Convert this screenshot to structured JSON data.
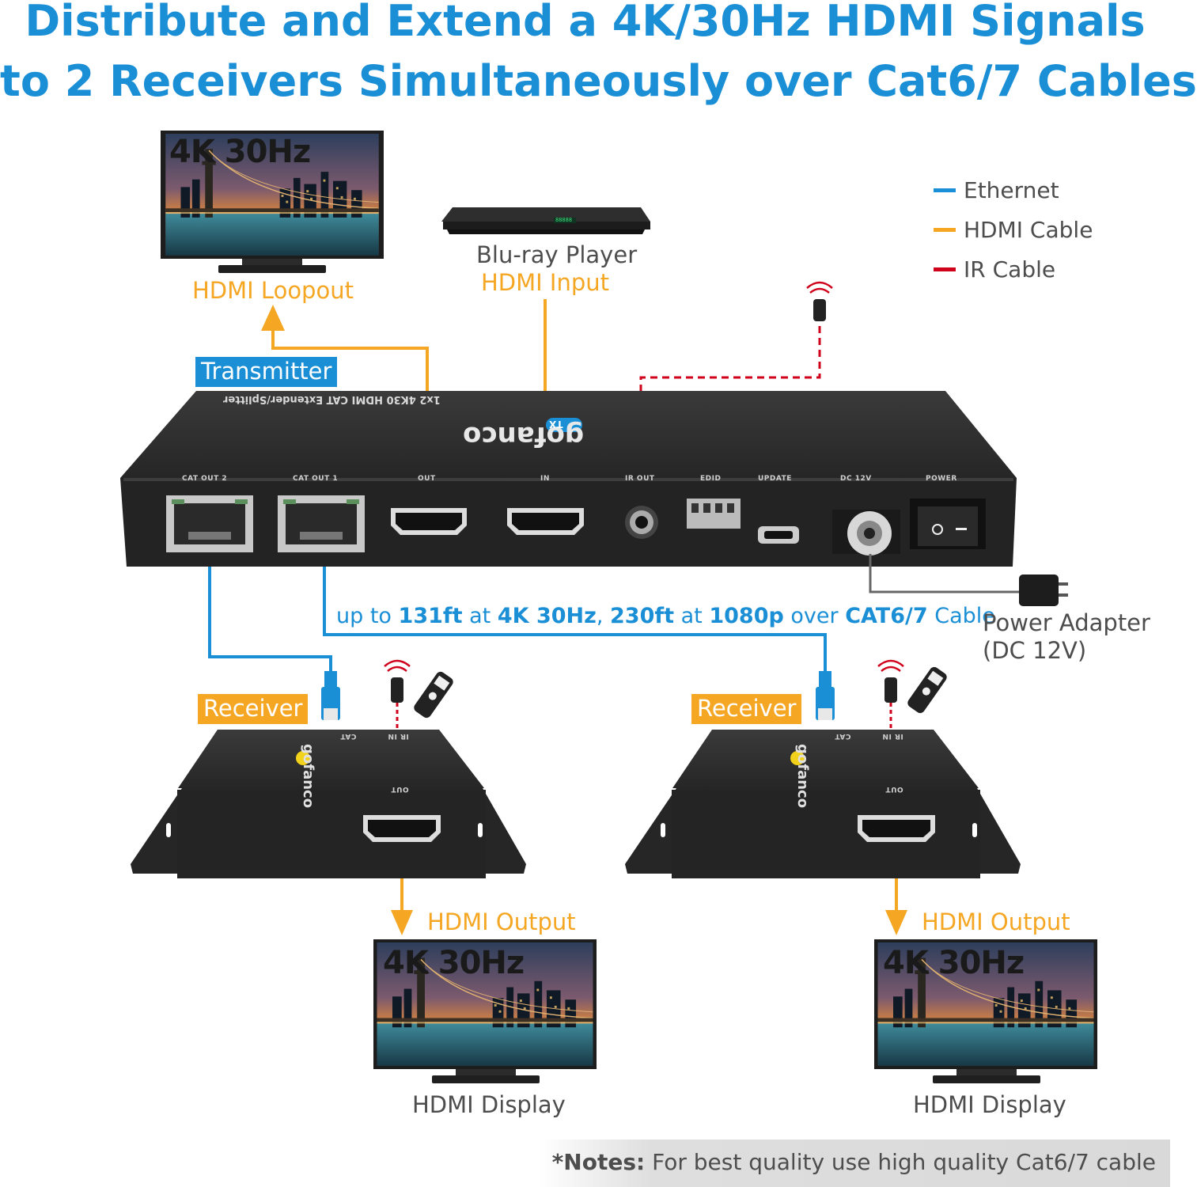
{
  "title": {
    "line1": "Distribute and Extend a 4K/30Hz HDMI Signals",
    "line2": "to 2 Receivers Simultaneously over Cat6/7 Cables"
  },
  "legend": [
    {
      "label": "Ethernet",
      "color": "#1a8fd6"
    },
    {
      "label": "HDMI Cable",
      "color": "#f5a623"
    },
    {
      "label": "IR Cable",
      "color": "#d0021b"
    }
  ],
  "tv_top": {
    "screen_text": "4K 30Hz",
    "label": "HDMI Loopout"
  },
  "bluray": {
    "name": "Blu-ray Player",
    "label": "HDMI Input",
    "display": "88888"
  },
  "transmitter": {
    "tag": "Transmitter",
    "brand": "gofanco",
    "badge": "TX",
    "model_text": "1x2 4K30 HDMI CAT Extender/Splitter",
    "ports": [
      "CAT OUT 2",
      "CAT OUT 1",
      "OUT",
      "IN",
      "IR OUT",
      "EDID",
      "UPDATE",
      "DC 12V",
      "POWER"
    ]
  },
  "distance": {
    "prefix": "up to ",
    "d1": "131ft",
    "at1": " at ",
    "r1": "4K 30Hz",
    "sep": ", ",
    "d2": "230ft",
    "at2": " at ",
    "r2": "1080p",
    "over": " over ",
    "cable": "CAT6/7",
    "suffix": " Cable"
  },
  "power": {
    "line1": "Power Adapter",
    "line2": "(DC 12V)"
  },
  "receivers": [
    {
      "tag": "Receiver",
      "brand": "gofanco",
      "ports": [
        "CAT",
        "IR IN",
        "OUT"
      ],
      "output_label": "HDMI Output",
      "screen_text": "4K 30Hz",
      "display_label": "HDMI Display"
    },
    {
      "tag": "Receiver",
      "brand": "gofanco",
      "ports": [
        "CAT",
        "IR IN",
        "OUT"
      ],
      "output_label": "HDMI Output",
      "screen_text": "4K 30Hz",
      "display_label": "HDMI Display"
    }
  ],
  "notes": {
    "bold": "*Notes:",
    "text": " For best quality use high quality Cat6/7 cable"
  },
  "colors": {
    "ethernet": "#1a8fd6",
    "hdmi": "#f5a623",
    "ir": "#d0021b",
    "device": "#2b2b2b",
    "title": "#1a8fd6"
  },
  "icons": [
    "tv-icon",
    "bluray-player-icon",
    "ir-emitter-icon",
    "ir-receiver-icon",
    "remote-control-icon",
    "rj45-plug-icon",
    "power-adapter-icon",
    "city-bridge-image"
  ]
}
